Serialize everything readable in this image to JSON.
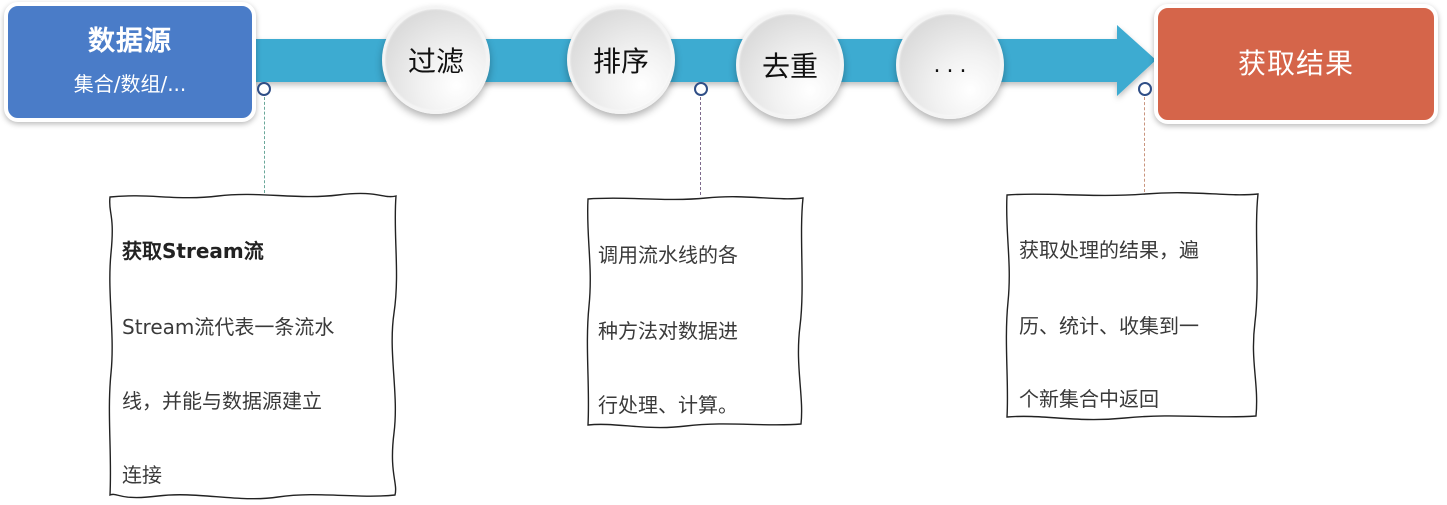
{
  "colors": {
    "pipe": "#3dabd1",
    "source_box": "#4a7cc8",
    "result_box": "#d5654a",
    "knob_border": "#2f4e86",
    "dash_left": "#6aa89a",
    "dash_middle": "#7d6a8c",
    "dash_right": "#c9957f"
  },
  "source": {
    "title": "数据源",
    "subtitle": "集合/数组/..."
  },
  "steps": [
    {
      "label": "过滤"
    },
    {
      "label": "排序"
    },
    {
      "label": "去重"
    },
    {
      "label": "..."
    }
  ],
  "result": {
    "title": "获取结果"
  },
  "notes": [
    {
      "heading": "获取Stream流",
      "lines": [
        "Stream流代表一条流水",
        "线，并能与数据源建立",
        "连接"
      ]
    },
    {
      "lines": [
        "调用流水线的各",
        "种方法对数据进",
        "行处理、计算。"
      ]
    },
    {
      "lines": [
        "获取处理的结果，遍",
        "历、统计、收集到一",
        "个新集合中返回"
      ]
    }
  ]
}
